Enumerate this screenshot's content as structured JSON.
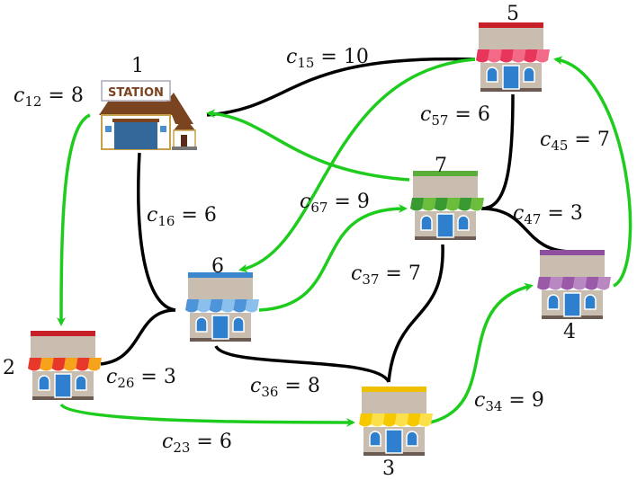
{
  "nodes": [
    {
      "id": "1",
      "type": "station",
      "sign": "STATION"
    },
    {
      "id": "2",
      "type": "shop",
      "awning": "#e8382a",
      "awning2": "#f6a21a",
      "top": "#c8202a"
    },
    {
      "id": "3",
      "type": "shop",
      "awning": "#f5c800",
      "awning2": "#fbe04a",
      "top": "#f0c000"
    },
    {
      "id": "4",
      "type": "shop",
      "awning": "#9b5aa8",
      "awning2": "#b987c2",
      "top": "#8e4f9e"
    },
    {
      "id": "5",
      "type": "shop",
      "awning": "#e8365a",
      "awning2": "#f36a88",
      "top": "#c8202a"
    },
    {
      "id": "6",
      "type": "shop",
      "awning": "#4e94d8",
      "awning2": "#8cc0ec",
      "top": "#3a86cf"
    },
    {
      "id": "7",
      "type": "shop",
      "awning": "#3a9a32",
      "awning2": "#6cbd3c",
      "top": "#5aad38"
    }
  ],
  "edges": [
    {
      "name": "c15",
      "var": "c",
      "sub": "15",
      "value": " = 10"
    },
    {
      "name": "c12",
      "var": "c",
      "sub": "12",
      "value": " = 8"
    },
    {
      "name": "c57",
      "var": "c",
      "sub": "57",
      "value": " = 6"
    },
    {
      "name": "c45",
      "var": "c",
      "sub": "45",
      "value": " = 7"
    },
    {
      "name": "c67",
      "var": "c",
      "sub": "67",
      "value": " = 9"
    },
    {
      "name": "c47",
      "var": "c",
      "sub": "47",
      "value": " = 3"
    },
    {
      "name": "c16",
      "var": "c",
      "sub": "16",
      "value": " = 6"
    },
    {
      "name": "c37",
      "var": "c",
      "sub": "37",
      "value": " = 7"
    },
    {
      "name": "c26",
      "var": "c",
      "sub": "26",
      "value": " = 3"
    },
    {
      "name": "c36",
      "var": "c",
      "sub": "36",
      "value": " = 8"
    },
    {
      "name": "c34",
      "var": "c",
      "sub": "34",
      "value": " = 9"
    },
    {
      "name": "c23",
      "var": "c",
      "sub": "23",
      "value": " = 6"
    }
  ],
  "tour": [
    "1",
    "2",
    "3",
    "4",
    "5",
    "6",
    "7",
    "1"
  ],
  "colors": {
    "edge": "#000000",
    "tour": "#1ecc1e"
  }
}
